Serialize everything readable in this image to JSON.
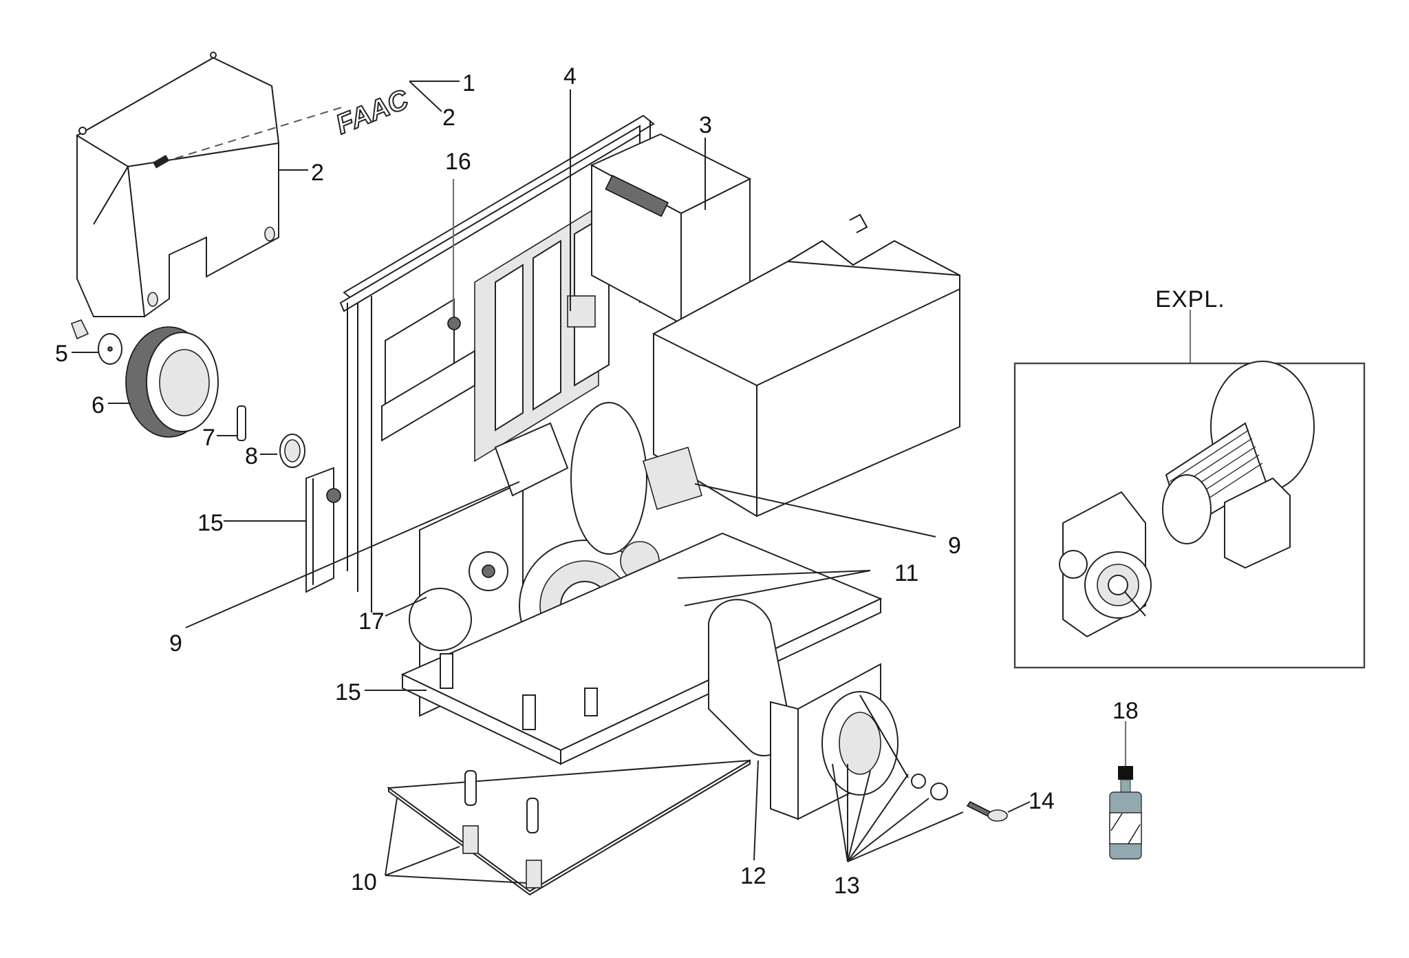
{
  "diagram": {
    "title": "Exploded parts view – operator assembly",
    "brand_logo": "FAAC",
    "detail_box_label": "EXPL.",
    "callouts": [
      {
        "id": "c1",
        "label": "1",
        "part": "logo badge"
      },
      {
        "id": "c2a",
        "label": "2",
        "part": "logo fixing"
      },
      {
        "id": "c2b",
        "label": "2",
        "part": "cover"
      },
      {
        "id": "c3",
        "label": "3",
        "part": "control unit"
      },
      {
        "id": "c4",
        "label": "4",
        "part": "electronic board"
      },
      {
        "id": "c5",
        "label": "5",
        "part": "washer and screw"
      },
      {
        "id": "c6",
        "label": "6",
        "part": "pinion gear"
      },
      {
        "id": "c7",
        "label": "7",
        "part": "pin"
      },
      {
        "id": "c8",
        "label": "8",
        "part": "seal ring"
      },
      {
        "id": "c9a",
        "label": "9",
        "part": "transformer"
      },
      {
        "id": "c9b",
        "label": "9",
        "part": "terminal block"
      },
      {
        "id": "c10",
        "label": "10",
        "part": "foundation plate bolts"
      },
      {
        "id": "c11",
        "label": "11",
        "part": "drive belt"
      },
      {
        "id": "c12",
        "label": "12",
        "part": "release microswitch"
      },
      {
        "id": "c13",
        "label": "13",
        "part": "release handwheel kit"
      },
      {
        "id": "c14",
        "label": "14",
        "part": "release key"
      },
      {
        "id": "c15a",
        "label": "15",
        "part": "frame upright"
      },
      {
        "id": "c15b",
        "label": "15",
        "part": "base frame"
      },
      {
        "id": "c16",
        "label": "16",
        "part": "connector"
      },
      {
        "id": "c17",
        "label": "17",
        "part": "inspection cover"
      },
      {
        "id": "c18",
        "label": "18",
        "part": "oil bottle"
      }
    ]
  },
  "colors": {
    "line": "#1a1a1a",
    "bottle_fill": "#93a9b0",
    "bottle_cap": "#111111",
    "background": "#ffffff"
  }
}
